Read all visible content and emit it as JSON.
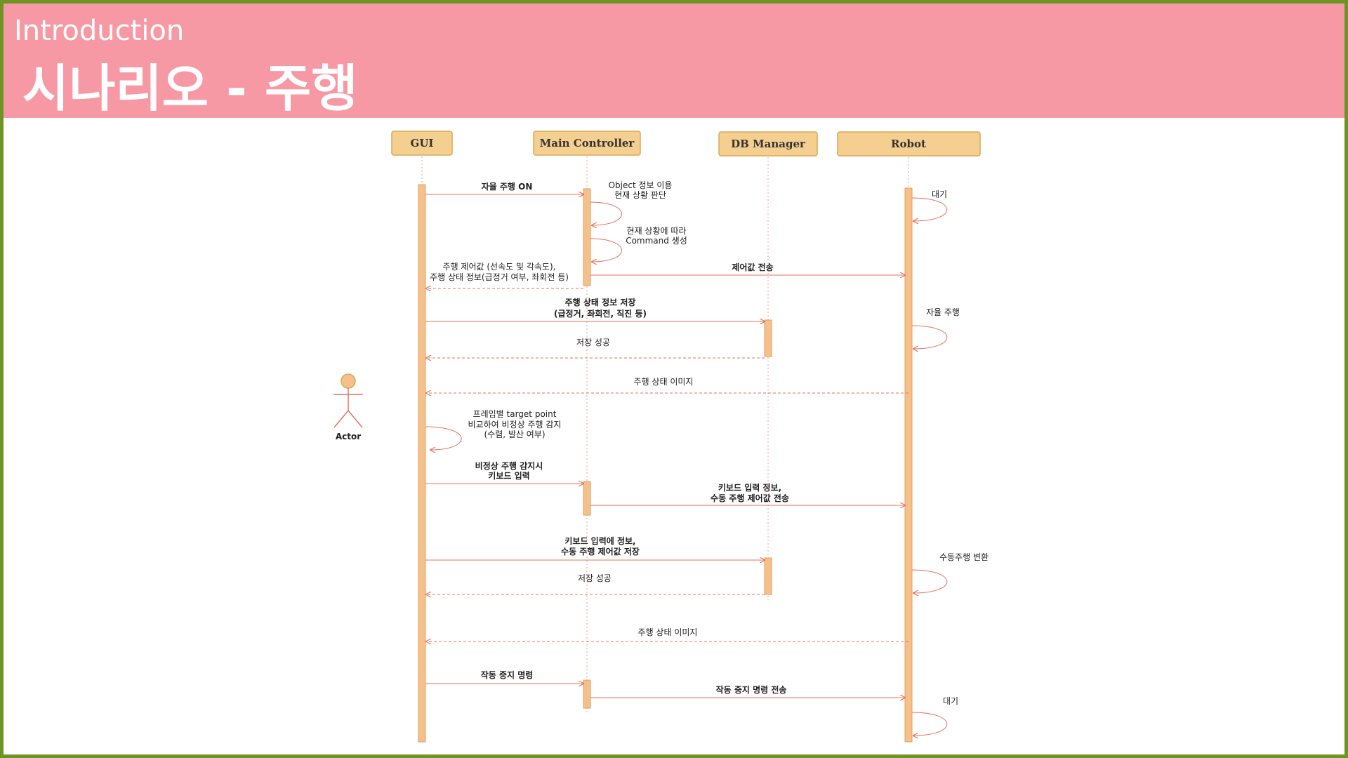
{
  "header": {
    "subtitle": "Introduction",
    "title": "시나리오 - 주행",
    "background": "#f799a4",
    "border": "#6e9424"
  },
  "diagram": {
    "type": "sequence",
    "participant_fill": "#f5cf8f",
    "lifeline_color": "#e4735f",
    "participants": [
      "GUI",
      "Main Controller",
      "DB Manager",
      "Robot"
    ],
    "actor_label": "Actor",
    "messages": [
      {
        "from": "GUI",
        "to": "Main Controller",
        "style": "solid",
        "lines": [
          "자율 주행 ON"
        ]
      },
      {
        "from": "Main Controller",
        "to": "Main Controller",
        "style": "self",
        "lines": [
          "Object 정보 이용",
          "현재 상황 판단"
        ]
      },
      {
        "from": "Main Controller",
        "to": "Main Controller",
        "style": "self",
        "lines": [
          "현재 상황에 따라",
          "Command 생성"
        ]
      },
      {
        "from": "Main Controller",
        "to": "Robot",
        "style": "solid",
        "lines": [
          "제어값 전송"
        ]
      },
      {
        "from": "Main Controller",
        "to": "GUI",
        "style": "dashed",
        "lines": [
          "주행 제어값 (선속도 및 각속도),",
          "주행 상태 정보(급정거 여부, 좌회전 등)"
        ]
      },
      {
        "from": "Robot",
        "to": "Robot",
        "style": "self",
        "lines": [
          "대기"
        ]
      },
      {
        "from": "GUI",
        "to": "DB Manager",
        "style": "solid",
        "lines": [
          "주행 상태 정보 저장",
          "(급정거, 좌회전, 직진 등)"
        ]
      },
      {
        "from": "Robot",
        "to": "Robot",
        "style": "self",
        "lines": [
          "자율 주행"
        ]
      },
      {
        "from": "DB Manager",
        "to": "GUI",
        "style": "dashed",
        "lines": [
          "저장 성공"
        ]
      },
      {
        "from": "Robot",
        "to": "GUI",
        "style": "dashed",
        "lines": [
          "주행 상태 이미지"
        ]
      },
      {
        "from": "GUI",
        "to": "GUI",
        "style": "self",
        "lines": [
          "프레임별 target point",
          "비교하여 비정상 주행 감지",
          "(수렴, 발산 여부)"
        ]
      },
      {
        "from": "GUI",
        "to": "Main Controller",
        "style": "solid",
        "lines": [
          "비정상 주행 감지시",
          "키보드 입력"
        ]
      },
      {
        "from": "Main Controller",
        "to": "Robot",
        "style": "solid",
        "lines": [
          "키보드 입력 정보,",
          "수동 주행 제어값 전송"
        ]
      },
      {
        "from": "GUI",
        "to": "DB Manager",
        "style": "solid",
        "lines": [
          "키보드 입력에 정보,",
          "수동 주행 제어값 저장"
        ]
      },
      {
        "from": "Robot",
        "to": "Robot",
        "style": "self",
        "lines": [
          "수동주행 변환"
        ]
      },
      {
        "from": "DB Manager",
        "to": "GUI",
        "style": "dashed",
        "lines": [
          "저장 성공"
        ]
      },
      {
        "from": "Robot",
        "to": "GUI",
        "style": "dashed",
        "lines": [
          "주행 상태 이미지"
        ]
      },
      {
        "from": "GUI",
        "to": "Main Controller",
        "style": "solid",
        "lines": [
          "작동 중지 명령"
        ]
      },
      {
        "from": "Main Controller",
        "to": "Robot",
        "style": "solid",
        "lines": [
          "작동 중지 명령 전송"
        ]
      },
      {
        "from": "Robot",
        "to": "Robot",
        "style": "self",
        "lines": [
          "대기"
        ]
      }
    ]
  }
}
